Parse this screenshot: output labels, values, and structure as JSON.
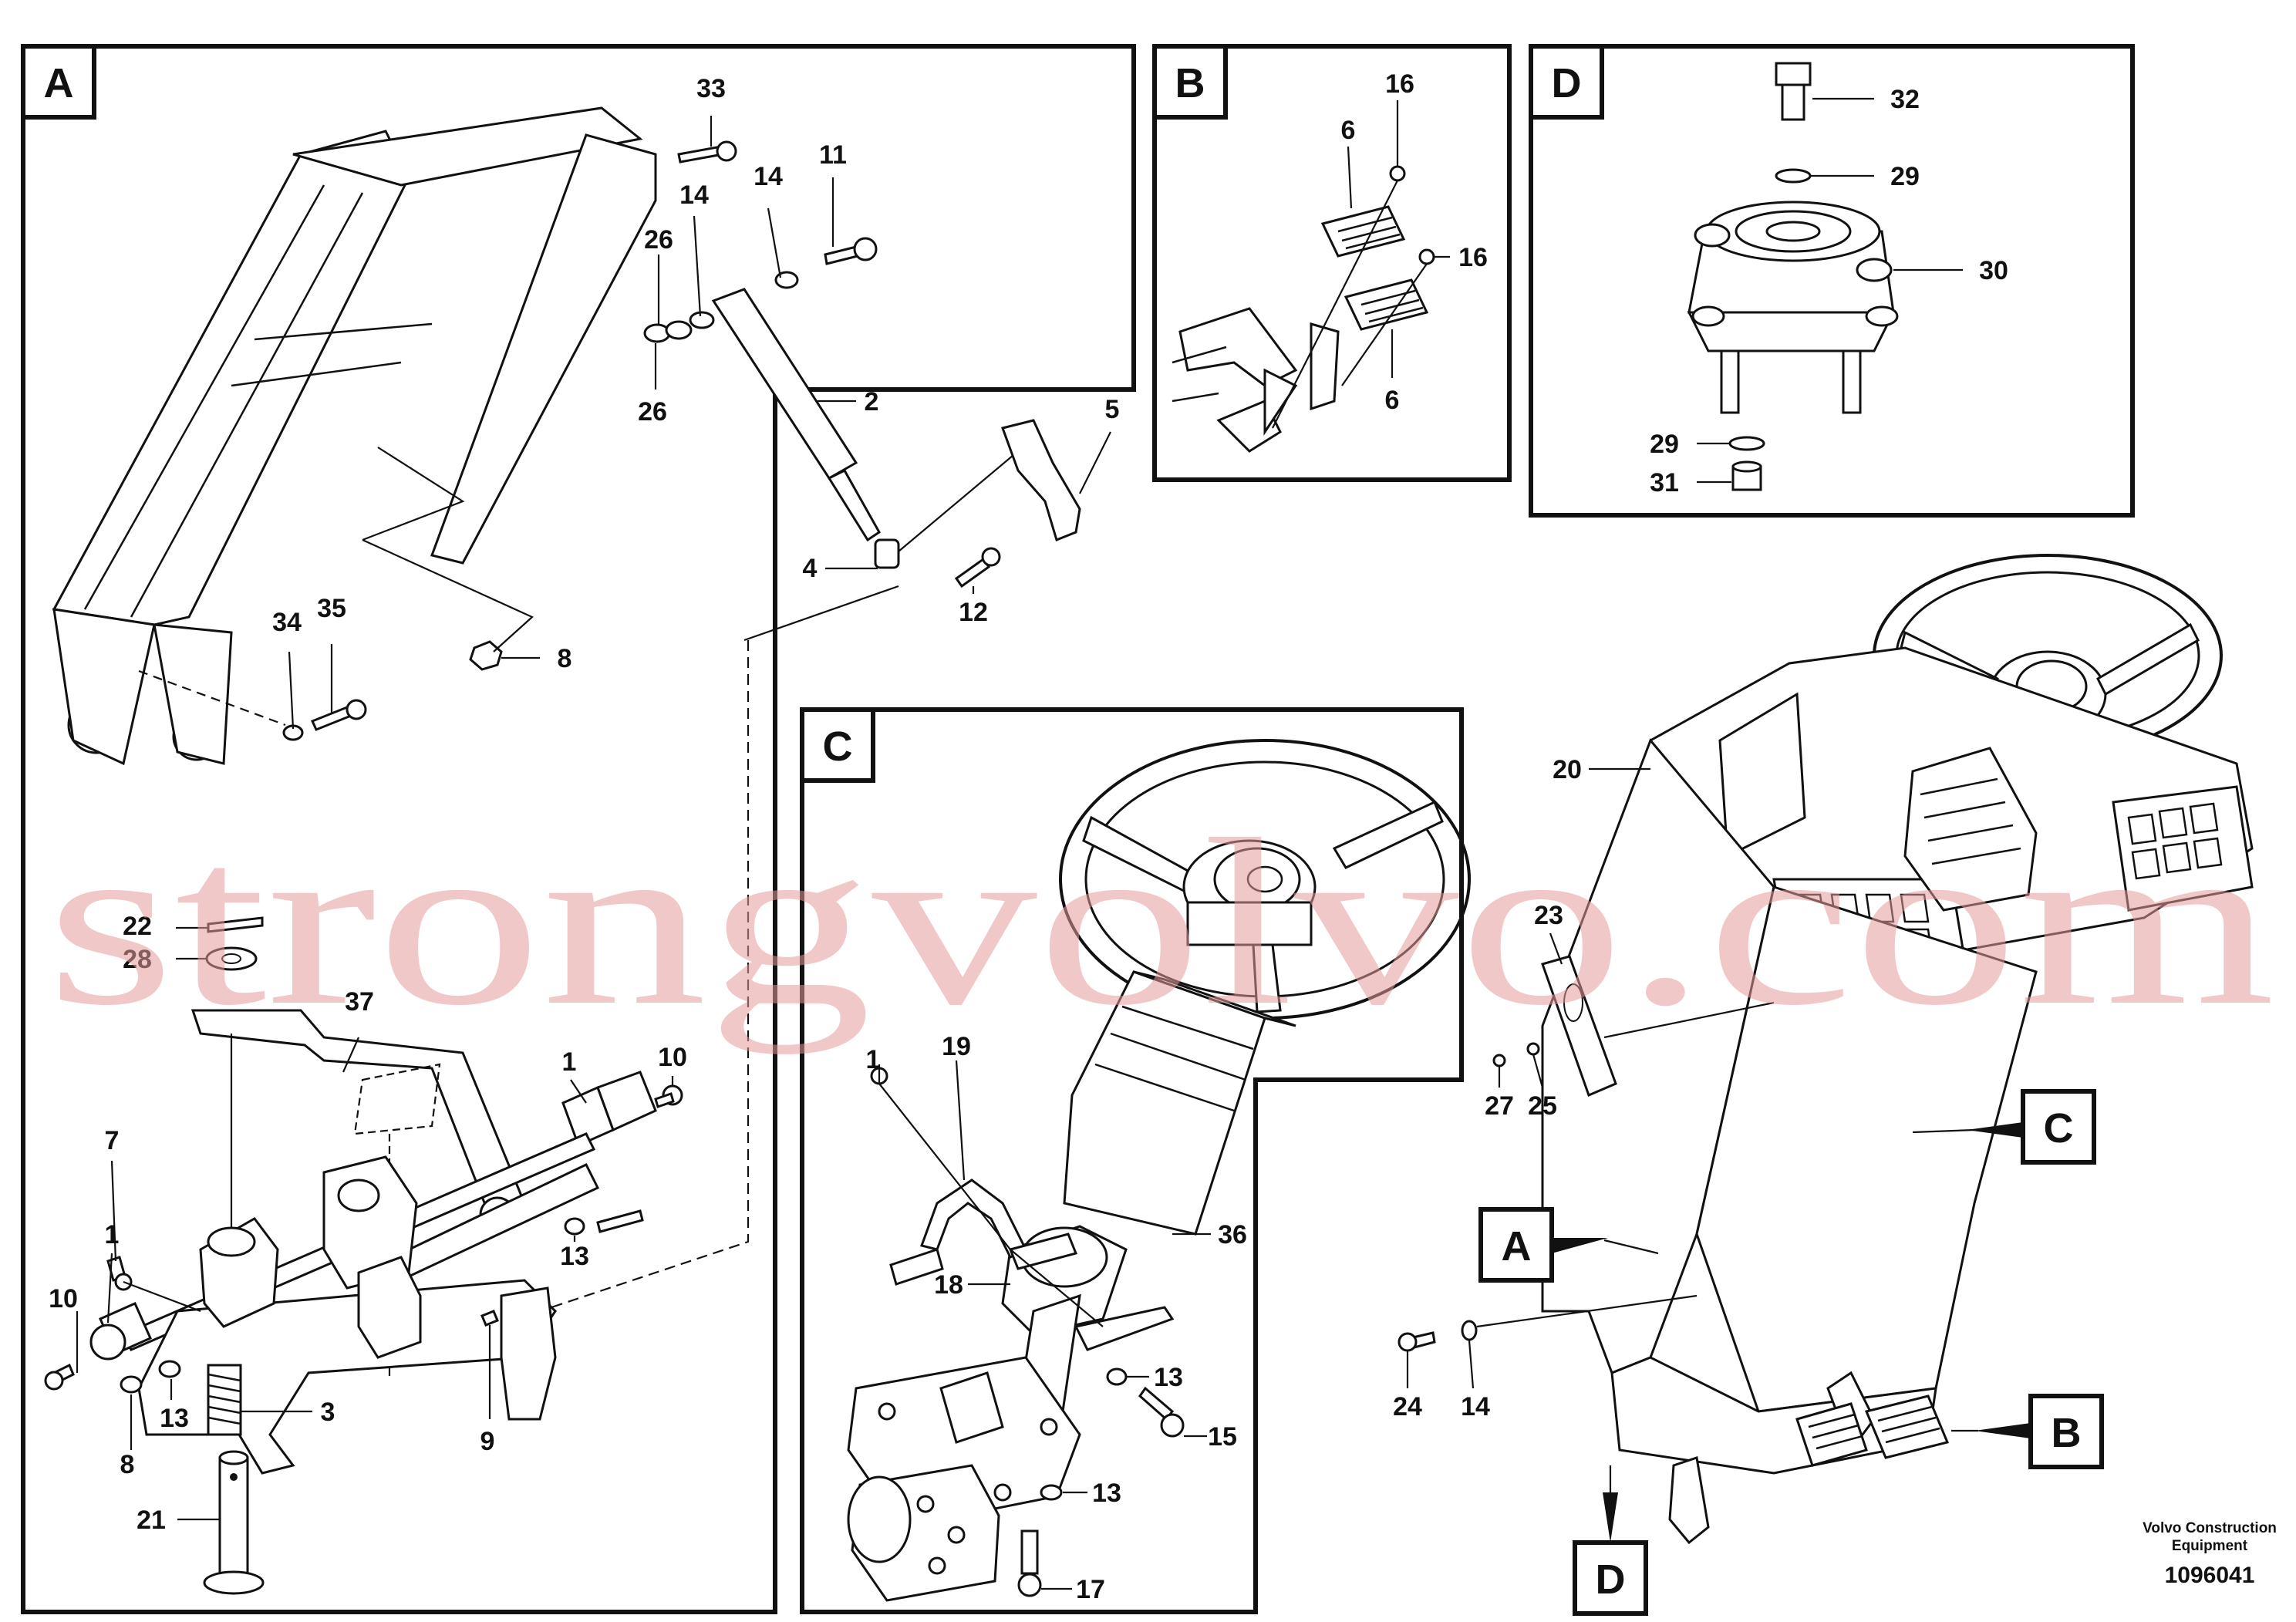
{
  "panels": [
    {
      "key": "A",
      "label": "A"
    },
    {
      "key": "B",
      "label": "B"
    },
    {
      "key": "C",
      "label": "C"
    },
    {
      "key": "D",
      "label": "D"
    }
  ],
  "callouts": {
    "a33": "33",
    "a11": "11",
    "a14a": "14",
    "a14b": "14",
    "a26a": "26",
    "a26b": "26",
    "a2": "2",
    "a5": "5",
    "a4": "4",
    "a12": "12",
    "a34": "34",
    "a35": "35",
    "a8a": "8",
    "a22": "22",
    "a28": "28",
    "a37": "37",
    "a10a": "10",
    "a1a": "1",
    "a7": "7",
    "a1b": "1",
    "a10b": "10",
    "a13a": "13",
    "a8b": "8",
    "a13b": "13",
    "a3": "3",
    "a9": "9",
    "a21": "21",
    "b16a": "16",
    "b6a": "6",
    "b16b": "16",
    "b6b": "6",
    "d32": "32",
    "d29a": "29",
    "d30": "30",
    "d29b": "29",
    "d31": "31",
    "c1": "1",
    "c19": "19",
    "c36": "36",
    "c18": "18",
    "c13a": "13",
    "c15": "15",
    "c13b": "13",
    "c17": "17",
    "m20": "20",
    "m23": "23",
    "m27": "27",
    "m25": "25",
    "m24": "24",
    "m14": "14"
  },
  "view_labels": {
    "C": "C",
    "A": "A",
    "B": "B",
    "D": "D"
  },
  "watermark": "strongvolvo.com",
  "footer": {
    "line1": "Volvo Construction",
    "line2": "Equipment",
    "code": "1096041"
  }
}
